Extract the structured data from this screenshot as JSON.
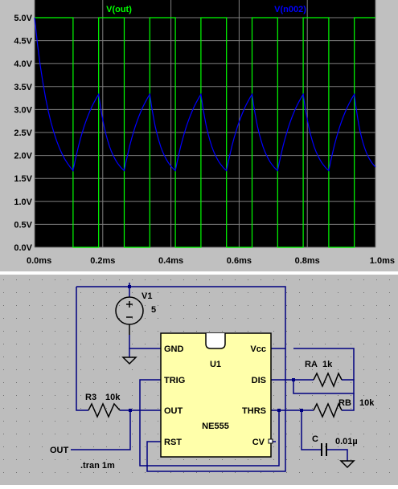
{
  "plot": {
    "traces": [
      {
        "name": "V(out)",
        "color": "#00ff00"
      },
      {
        "name": "V(n002)",
        "color": "#0000ff"
      }
    ],
    "background": "#000000",
    "grid_color": "#808080",
    "label_color": "#000000"
  },
  "chart_data": {
    "type": "line",
    "xlabel": "",
    "ylabel": "",
    "xlim": [
      0,
      1.0
    ],
    "ylim": [
      0,
      5.0
    ],
    "x_ticks": [
      "0.0ms",
      "0.2ms",
      "0.4ms",
      "0.6ms",
      "0.8ms",
      "1.0ms"
    ],
    "y_ticks": [
      "0.0V",
      "0.5V",
      "1.0V",
      "1.5V",
      "2.0V",
      "2.5V",
      "3.0V",
      "3.5V",
      "4.0V",
      "4.5V",
      "5.0V"
    ],
    "grid": true,
    "series": [
      {
        "name": "V(out)",
        "kind": "square",
        "x": [
          0,
          0.113,
          0.113,
          0.188,
          0.188,
          0.263,
          0.263,
          0.338,
          0.338,
          0.413,
          0.413,
          0.488,
          0.488,
          0.563,
          0.563,
          0.638,
          0.638,
          0.713,
          0.713,
          0.788,
          0.788,
          0.863,
          0.863,
          0.938,
          0.938,
          1.0
        ],
        "y": [
          5.0,
          5.0,
          0.0,
          0.0,
          5.0,
          5.0,
          0.0,
          0.0,
          5.0,
          5.0,
          0.0,
          0.0,
          5.0,
          5.0,
          0.0,
          0.0,
          5.0,
          5.0,
          0.0,
          0.0,
          5.0,
          5.0,
          0.0,
          0.0,
          5.0,
          5.0
        ]
      },
      {
        "name": "V(n002)",
        "kind": "sawtooth",
        "x": [
          0,
          0.113,
          0.188,
          0.263,
          0.338,
          0.413,
          0.488,
          0.563,
          0.638,
          0.713,
          0.788,
          0.863,
          0.938,
          1.0
        ],
        "y": [
          5.0,
          1.67,
          3.33,
          1.67,
          3.33,
          1.67,
          3.33,
          1.67,
          3.33,
          1.67,
          3.33,
          1.67,
          3.33,
          1.75
        ]
      }
    ]
  },
  "schematic": {
    "ic": {
      "ref": "U1",
      "part": "NE555",
      "pins": {
        "gnd": "GND",
        "vcc": "Vcc",
        "trig": "TRIG",
        "dis": "DIS",
        "out": "OUT",
        "thrs": "THRS",
        "rst": "RST",
        "cv": "CV"
      }
    },
    "v1": {
      "ref": "V1",
      "value": "5"
    },
    "ra": {
      "ref": "RA",
      "value": "1k"
    },
    "rb": {
      "ref": "RB",
      "value": "10k"
    },
    "r3": {
      "ref": "R3",
      "value": "10k"
    },
    "c": {
      "ref": "C",
      "value": "0.01µ"
    },
    "net_label": "OUT",
    "directive": ".tran 1m",
    "colors": {
      "wire": "#000080",
      "ic_fill": "#ffffaa",
      "text": "#000000"
    }
  }
}
